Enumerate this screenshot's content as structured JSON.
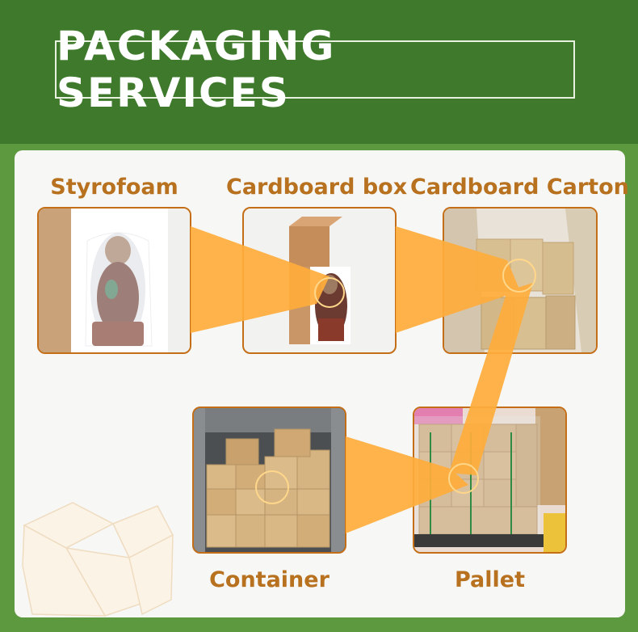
{
  "header": {
    "title": "PACKAGING SERVICES"
  },
  "steps": [
    {
      "label": "Styrofoam"
    },
    {
      "label": "Cardboard box"
    },
    {
      "label": "Cardboard Carton"
    },
    {
      "label": "Container"
    },
    {
      "label": "Pallet"
    }
  ],
  "colors": {
    "header_green": "#3f7a2c",
    "border_green": "#5d9a3f",
    "label_orange": "#b8711e",
    "arrow_orange": "#ffad3b",
    "photo_border": "#c46f18"
  }
}
